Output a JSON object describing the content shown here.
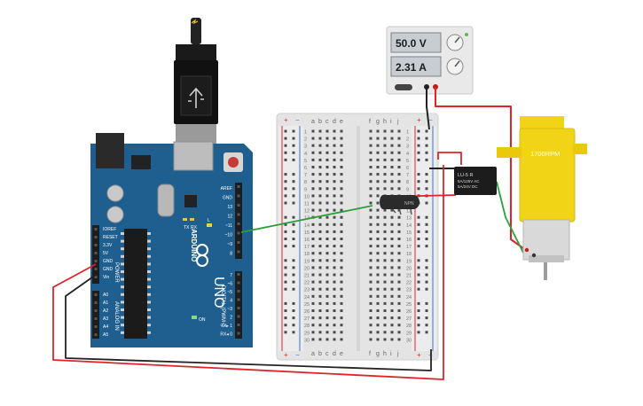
{
  "power_supply": {
    "voltage": "50.0 V",
    "current": "2.31 A"
  },
  "arduino": {
    "brand": "ARDUINO",
    "model": "UNO",
    "tx_label": "TX",
    "rx_label": "RX",
    "on_label": "ON",
    "l_label": "L",
    "power_header_label": "POWER",
    "analog_header_label": "ANALOG IN",
    "digital_header_label": "DIGITAL (PWM~)",
    "power_pins": [
      "IOREF",
      "RESET",
      "3.3V",
      "5V",
      "GND",
      "GND",
      "Vin"
    ],
    "analog_pins": [
      "A0",
      "A1",
      "A2",
      "A3",
      "A4",
      "A5"
    ],
    "digital_top_pins": [
      "AREF",
      "GND",
      "13",
      "12",
      "~11",
      "~10",
      "~9",
      "8"
    ],
    "digital_bottom_pins": [
      "7",
      "~6",
      "~5",
      "4",
      "~3",
      "2",
      "TX▸ 1",
      "RX◂ 0"
    ]
  },
  "breadboard": {
    "columns_left": [
      "a",
      "b",
      "c",
      "d",
      "e"
    ],
    "columns_right": [
      "f",
      "g",
      "h",
      "i",
      "j"
    ],
    "row_count": 30,
    "plus": "+",
    "minus": "−"
  },
  "relay": {
    "label_line1": "LU-5 R",
    "label_line2": "5A/125V AC",
    "label_line3": "5A/24V DC"
  },
  "transistor": {
    "label": "NPN"
  },
  "motor": {
    "label": "1700RPM"
  },
  "colors": {
    "arduino_board": "#1f5f8f",
    "wire_red": "#e1222a",
    "wire_black": "#222222",
    "wire_green": "#2e9e3a",
    "motor_yellow": "#f2d416",
    "breadboard": "#e6e6e6"
  }
}
